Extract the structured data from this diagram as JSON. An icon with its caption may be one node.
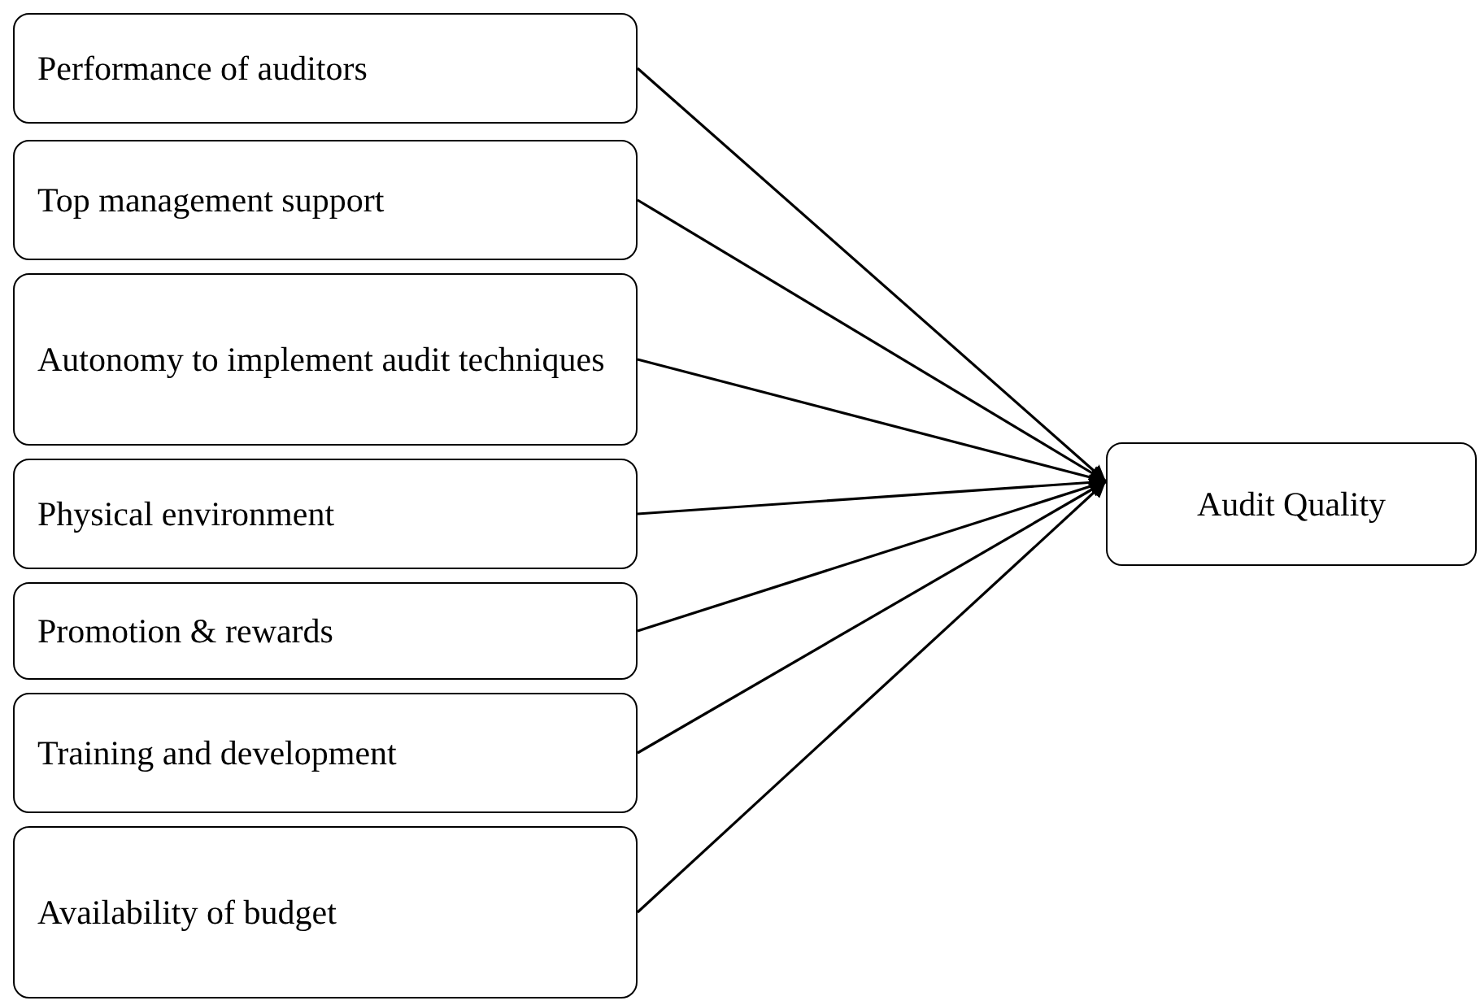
{
  "diagram": {
    "nodes": [
      {
        "text": [
          "Performance of auditors"
        ]
      },
      {
        "text": [
          "Top management support"
        ]
      },
      {
        "text": [
          "Autonomy to implement audit techniques"
        ]
      },
      {
        "text": [
          "Physical environment"
        ]
      },
      {
        "text": [
          "Promotion & rewards"
        ]
      },
      {
        "text": [
          "Training and development"
        ]
      },
      {
        "text": [
          "Availability of budget"
        ]
      },
      {
        "text": [
          "Audit Quality"
        ]
      }
    ],
    "edges": [
      {
        "from": 0,
        "to": 7,
        "arrow": "to"
      },
      {
        "from": 1,
        "to": 7,
        "arrow": "to"
      },
      {
        "from": 2,
        "to": 7,
        "arrow": "to"
      },
      {
        "from": 3,
        "to": 7,
        "arrow": "to"
      },
      {
        "from": 4,
        "to": 7,
        "arrow": "to"
      },
      {
        "from": 5,
        "to": 7,
        "arrow": "to"
      },
      {
        "from": 6,
        "to": 7,
        "arrow": "to"
      }
    ]
  }
}
